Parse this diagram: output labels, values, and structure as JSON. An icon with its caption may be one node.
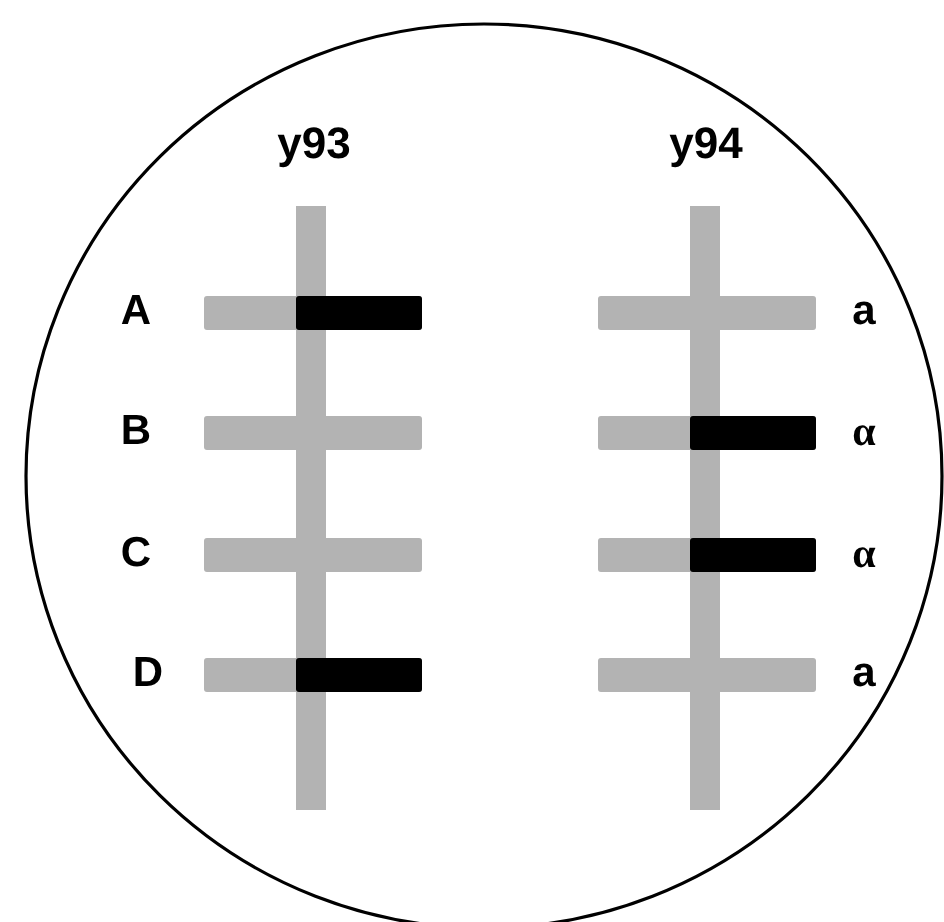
{
  "diagram": {
    "labels": [
      "y93",
      "y94",
      "A",
      "a",
      "B",
      "α",
      "C",
      "α",
      "D",
      "a"
    ]
  }
}
